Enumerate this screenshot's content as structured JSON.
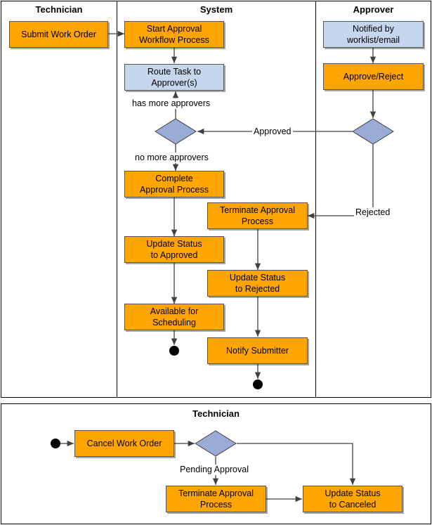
{
  "lanes_top": {
    "technician": "Technician",
    "system": "System",
    "approver": "Approver"
  },
  "lane_bottom": {
    "technician": "Technician"
  },
  "nodes": {
    "submit_work_order": "Submit Work Order",
    "start_approval": "Start Approval\nWorkflow Process",
    "route_task": "Route Task to\nApprover(s)",
    "complete_approval": "Complete\nApproval Process",
    "update_approved": "Update Status\nto Approved",
    "available_scheduling": "Available for\nScheduling",
    "terminate_approval_top": "Terminate Approval\nProcess",
    "update_rejected": "Update Status\nto Rejected",
    "notify_submitter": "Notify Submitter",
    "notified_worklist": "Notified by\nworklist/email",
    "approve_reject": "Approve/Reject",
    "cancel_work_order": "Cancel Work Order",
    "terminate_approval_bottom": "Terminate Approval\nProcess",
    "update_canceled": "Update Status\nto Canceled"
  },
  "edge_labels": {
    "has_more_approvers": "has more approvers",
    "no_more_approvers": "no more approvers",
    "approved": "Approved",
    "rejected": "Rejected",
    "pending_approval": "Pending Approval"
  },
  "colors": {
    "task": "#ffa500",
    "notification": "#c6d6ec",
    "decision": "#98acd6",
    "line": "#404040"
  }
}
